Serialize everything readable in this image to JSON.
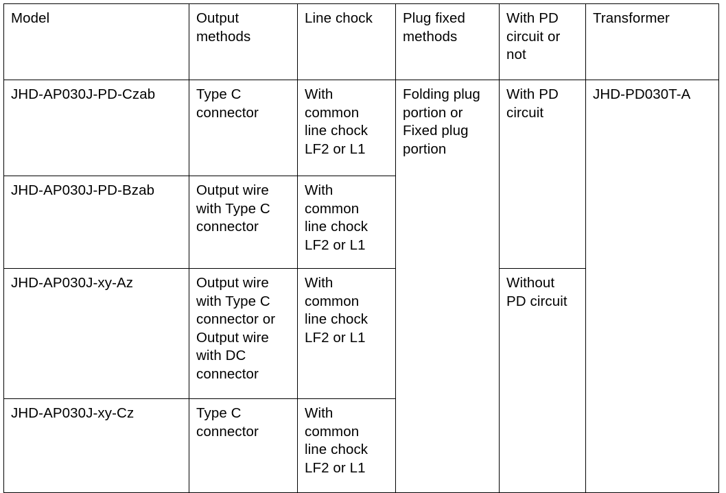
{
  "table": {
    "name": "model-specification-table",
    "columns": [
      {
        "key": "model",
        "header": "Model"
      },
      {
        "key": "output_methods",
        "header": "Output\nmethods"
      },
      {
        "key": "line_chock",
        "header": "Line chock"
      },
      {
        "key": "plug_fixed_methods",
        "header": "Plug fixed\nmethods"
      },
      {
        "key": "pd_circuit",
        "header": "With PD\ncircuit or\nnot"
      },
      {
        "key": "transformer",
        "header": "Transformer"
      }
    ],
    "rows": [
      {
        "model": "JHD-AP030J-PD-Czab",
        "output_methods": "Type C\nconnector",
        "line_chock": "With\ncommon\nline chock\nLF2 or L1",
        "plug_fixed_methods": "Folding plug\nportion or\nFixed plug\nportion",
        "pd_circuit": "With PD\ncircuit",
        "transformer": "JHD-PD030T-A"
      },
      {
        "model": "JHD-AP030J-PD-Bzab",
        "output_methods": "Output wire\nwith Type C\nconnector",
        "line_chock": "With\ncommon\nline chock\nLF2 or L1",
        "plug_fixed_methods": "",
        "pd_circuit": "",
        "transformer": ""
      },
      {
        "model": "JHD-AP030J-xy-Az",
        "output_methods": "Output wire\nwith Type C\nconnector or\nOutput wire\nwith DC\nconnector",
        "line_chock": "With\ncommon\nline chock\nLF2 or L1",
        "plug_fixed_methods": "",
        "pd_circuit": "Without\nPD circuit",
        "transformer": ""
      },
      {
        "model": "JHD-AP030J-xy-Cz",
        "output_methods": "Type C\nconnector",
        "line_chock": "With\ncommon\nline chock\nLF2 or L1",
        "plug_fixed_methods": "",
        "pd_circuit": "",
        "transformer": ""
      }
    ],
    "merged_cells": {
      "plug_fixed_methods_rowspan": 4,
      "pd_circuit_with_rowspan": 2,
      "pd_circuit_without_rowspan": 2,
      "transformer_rowspan": 4
    }
  },
  "style": {
    "border_color": "#000000",
    "text_color": "#000000",
    "background": "#ffffff"
  }
}
